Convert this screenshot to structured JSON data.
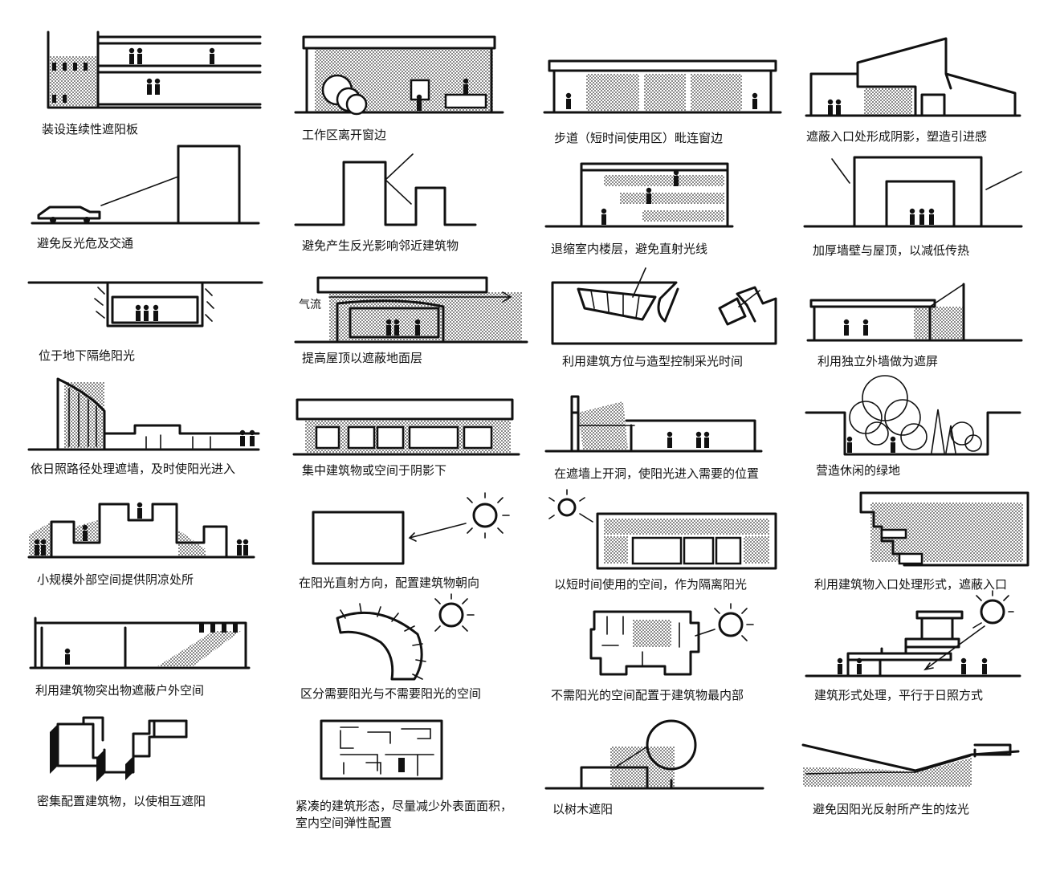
{
  "captions": [
    "装设连续性遮阳板",
    "工作区离开窗边",
    "步道（短时间使用区）毗连窗边",
    "遮蔽入口处形成阴影，塑造引进感",
    "避免反光危及交通",
    "避免产生反光影响邻近建筑物",
    "退缩室内楼层，避免直射光线",
    "加厚墙壁与屋顶，以减低传热",
    "位于地下隔绝阳光",
    "提高屋顶以遮蔽地面层",
    "利用建筑方位与造型控制采光时间",
    "利用独立外墙做为遮屏",
    "依日照路径处理遮墙，及时使阳光进入",
    "集中建筑物或空间于阴影下",
    "在遮墙上开洞，使阳光进入需要的位置",
    "营造休闲的绿地",
    "小规模外部空间提供阴凉处所",
    "在阳光直射方向，配置建筑物朝向",
    "以短时间使用的空间，作为隔离阳光",
    "利用建筑物入口处理形式，遮蔽入口",
    "利用建筑物突出物遮蔽户外空间",
    "区分需要阳光与不需要阳光的空间",
    "不需阳光的空间配置于建筑物最内部",
    "建筑形式处理，平行于日照方式",
    "密集配置建筑物，以使相互遮阳",
    "紧凑的建筑形态，尽量减少外表面面积，\n室内空间弹性配置",
    "以树木遮阳",
    "避免因阳光反射所产生的炫光"
  ],
  "labels": {
    "airflow": "气流"
  }
}
